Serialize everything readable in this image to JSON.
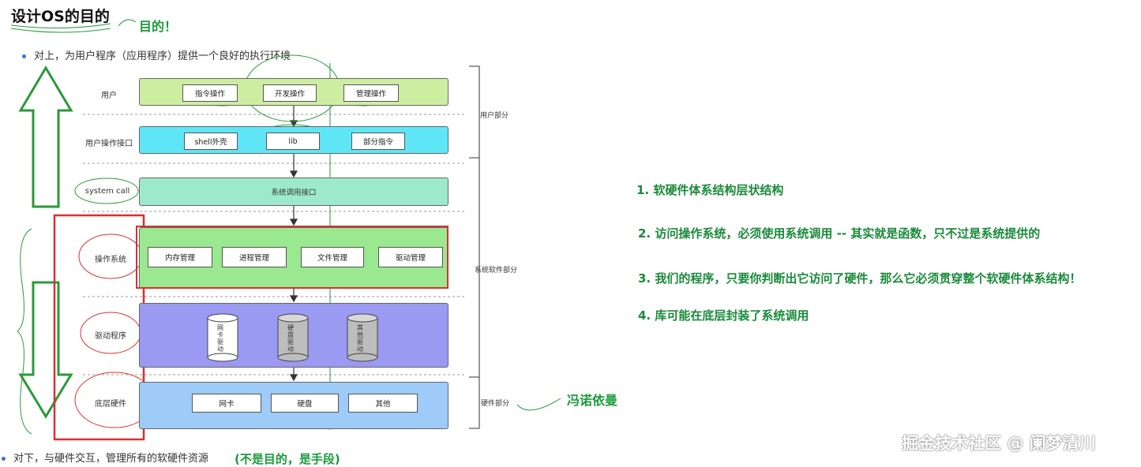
{
  "title": "设计OS的目的",
  "title_note": "目的！",
  "bullet_top": "对上，为用户程序（应用程序）提供一个良好的执行环境",
  "bullet_bottom": "对下，与硬件交互，管理所有的软硬件资源",
  "bullet_bottom_note": "(不是目的，是手段)",
  "layers": {
    "user": {
      "label": "用户",
      "items": [
        "指令操作",
        "开发操作",
        "管理操作"
      ],
      "color": "#cdeea0"
    },
    "interface": {
      "label": "用户操作接口",
      "items": [
        "shell外壳",
        "lib",
        "部分指令"
      ],
      "color": "#5ee6f7"
    },
    "syscall": {
      "label": "system call",
      "center": "系统调用接口",
      "color": "#9de9cd"
    },
    "os": {
      "label": "操作系统",
      "items": [
        "内存管理",
        "进程管理",
        "文件管理",
        "驱动管理"
      ],
      "color": "#9ae88f"
    },
    "driver": {
      "label": "驱动程序",
      "items": [
        "网卡驱动",
        "硬盘驱动",
        "其他驱动"
      ],
      "color": "#9a9af3"
    },
    "hardware": {
      "label": "底层硬件",
      "items": [
        "网卡",
        "硬盘",
        "其他"
      ],
      "color": "#9ecbf7"
    }
  },
  "side_labels": {
    "user_part": "用户部分",
    "system_software_part": "系统软件部分",
    "hardware_part": "硬件部分"
  },
  "von_neumann": "冯诺依曼",
  "points": [
    "1. 软硬件体系结构层状结构",
    "2. 访问操作系统，必须使用系统调用 -- 其实就是函数，只不过是系统提供的",
    "3.  我们的程序，只要你判断出它访问了硬件，那么它必须贯穿整个软硬件体系结构！",
    "4.   库可能在底层封装了系统调用"
  ],
  "watermark": "掘金技术社区 @ 阑梦清川",
  "colors": {
    "accent_green": "#1a9a3a",
    "annotation_red": "#d83030",
    "bullet_blue": "#3b6fd8"
  }
}
